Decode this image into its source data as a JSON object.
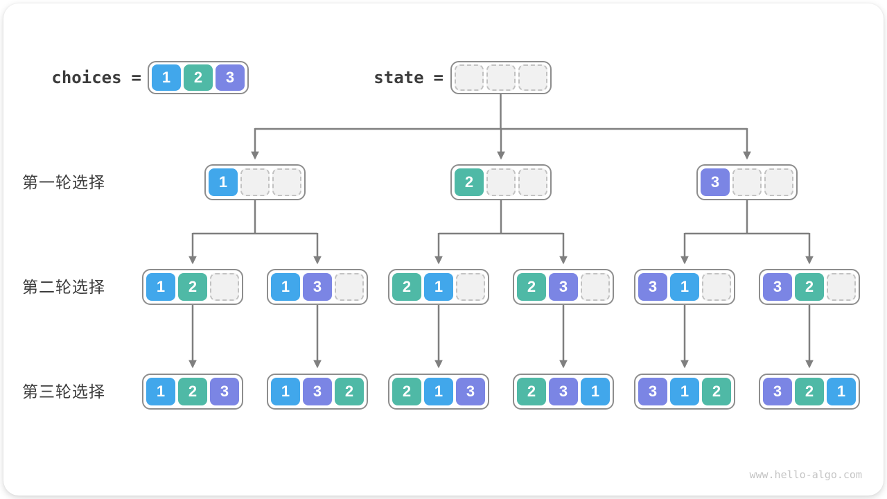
{
  "page": {
    "watermark": "www.hello-algo.com"
  },
  "colors": {
    "c1": "#41a7eb",
    "c2": "#4fb9a6",
    "c3": "#7b85e4",
    "arrow": "#7f7f7f",
    "box_border": "#8d8d8d",
    "empty_cell_bg": "#f1f1f1",
    "empty_cell_border": "#c2c2c2"
  },
  "header": {
    "choices_label": "choices",
    "state_label": "state",
    "equals_sign": "=",
    "choices": [
      1,
      2,
      3
    ],
    "state": [
      null,
      null,
      null
    ]
  },
  "rows": [
    {
      "label": "第一轮选择",
      "boxes": [
        [
          1,
          null,
          null
        ],
        [
          2,
          null,
          null
        ],
        [
          3,
          null,
          null
        ]
      ]
    },
    {
      "label": "第二轮选择",
      "boxes": [
        [
          1,
          2,
          null
        ],
        [
          1,
          3,
          null
        ],
        [
          2,
          1,
          null
        ],
        [
          2,
          3,
          null
        ],
        [
          3,
          1,
          null
        ],
        [
          3,
          2,
          null
        ]
      ]
    },
    {
      "label": "第三轮选择",
      "boxes": [
        [
          1,
          2,
          3
        ],
        [
          1,
          3,
          2
        ],
        [
          2,
          1,
          3
        ],
        [
          2,
          3,
          1
        ],
        [
          3,
          1,
          2
        ],
        [
          3,
          2,
          1
        ]
      ]
    }
  ]
}
